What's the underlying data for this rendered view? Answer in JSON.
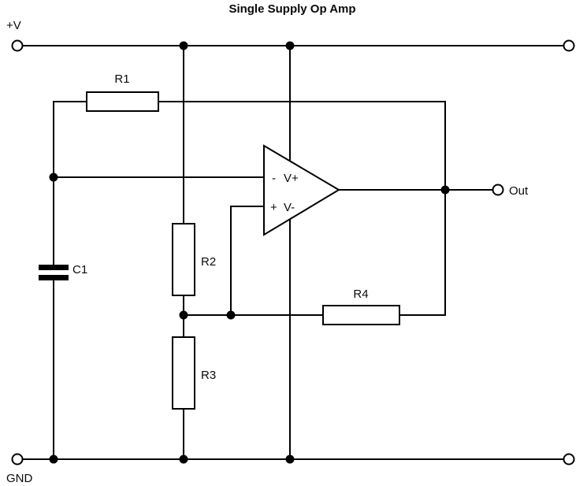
{
  "diagram": {
    "title": "Single Supply Op Amp",
    "rails": {
      "positive": "+V",
      "ground": "GND"
    },
    "output_label": "Out",
    "components": {
      "r1": {
        "label": "R1",
        "type": "resistor"
      },
      "r2": {
        "label": "R2",
        "type": "resistor"
      },
      "r3": {
        "label": "R3",
        "type": "resistor"
      },
      "r4": {
        "label": "R4",
        "type": "resistor"
      },
      "c1": {
        "label": "C1",
        "type": "capacitor"
      },
      "opamp": {
        "type": "op-amp",
        "pins": {
          "inverting": "-",
          "noninverting": "+",
          "supply_positive": "V+",
          "supply_negative": "V-"
        }
      }
    },
    "colors": {
      "wire": "#000000",
      "component_fill": "#ffffff",
      "background": "#ffffff"
    }
  }
}
